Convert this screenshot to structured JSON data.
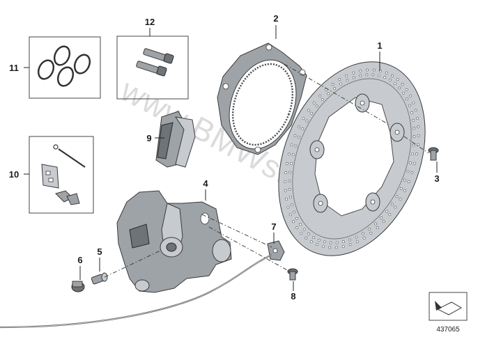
{
  "diagram": {
    "watermark": "www.BMWstore.pl",
    "reference_number": "437065",
    "callouts": [
      {
        "id": "1",
        "label": "1"
      },
      {
        "id": "2",
        "label": "2"
      },
      {
        "id": "3",
        "label": "3"
      },
      {
        "id": "4",
        "label": "4"
      },
      {
        "id": "5",
        "label": "5"
      },
      {
        "id": "6",
        "label": "6"
      },
      {
        "id": "7",
        "label": "7"
      },
      {
        "id": "8",
        "label": "8"
      },
      {
        "id": "9",
        "label": "9"
      },
      {
        "id": "10",
        "label": "10"
      },
      {
        "id": "11",
        "label": "11"
      },
      {
        "id": "12",
        "label": "12"
      }
    ],
    "parts": [
      {
        "callout": "1",
        "icon": "brake-disc-icon"
      },
      {
        "callout": "2",
        "icon": "abs-sensor-ring-icon"
      },
      {
        "callout": "3",
        "icon": "disc-bolt-icon"
      },
      {
        "callout": "4",
        "icon": "brake-caliper-icon"
      },
      {
        "callout": "5",
        "icon": "bleeder-screw-icon"
      },
      {
        "callout": "6",
        "icon": "protective-cap-icon"
      },
      {
        "callout": "7",
        "icon": "brake-line-holder-icon"
      },
      {
        "callout": "8",
        "icon": "mounting-screw-icon"
      },
      {
        "callout": "9",
        "icon": "brake-pad-set-icon"
      },
      {
        "callout": "10",
        "icon": "pin-and-spring-kit-icon"
      },
      {
        "callout": "11",
        "icon": "seal-ring-set-icon"
      },
      {
        "callout": "12",
        "icon": "caliper-bolt-set-icon"
      }
    ]
  }
}
